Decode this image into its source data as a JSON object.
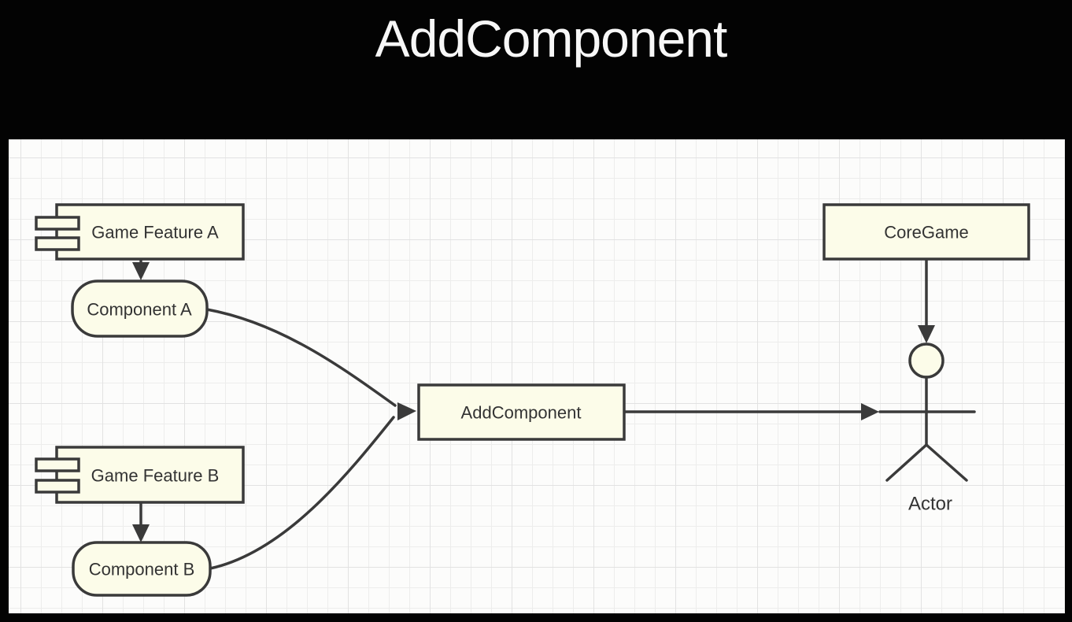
{
  "header": {
    "title": "AddComponent"
  },
  "diagram": {
    "nodes": {
      "game_feature_a": "Game Feature A",
      "component_a": "Component A",
      "game_feature_b": "Game Feature B",
      "component_b": "Component B",
      "add_component": "AddComponent",
      "core_game": "CoreGame",
      "actor": "Actor"
    },
    "edges": [
      {
        "from": "Game Feature A",
        "to": "Component A",
        "style": "straight-solid-arrowhead"
      },
      {
        "from": "Game Feature B",
        "to": "Component B",
        "style": "straight-solid-arrowhead"
      },
      {
        "from": "Component A",
        "to": "AddComponent",
        "style": "curved-solid-arrowhead"
      },
      {
        "from": "Component B",
        "to": "AddComponent",
        "style": "curved-solid-arrowhead"
      },
      {
        "from": "AddComponent",
        "to": "Actor",
        "style": "straight-solid-arrowhead"
      },
      {
        "from": "CoreGame",
        "to": "Actor",
        "style": "straight-solid-arrowhead"
      }
    ],
    "colors": {
      "node_fill": "#fcfce9",
      "node_stroke": "#3a3a3a",
      "label_text": "#333333",
      "canvas_background": "#fcfcfb",
      "grid_minor": "#ededec",
      "grid_major": "#e2e2e2",
      "header_background": "#030303",
      "title_text": "#f7f7f7"
    }
  }
}
